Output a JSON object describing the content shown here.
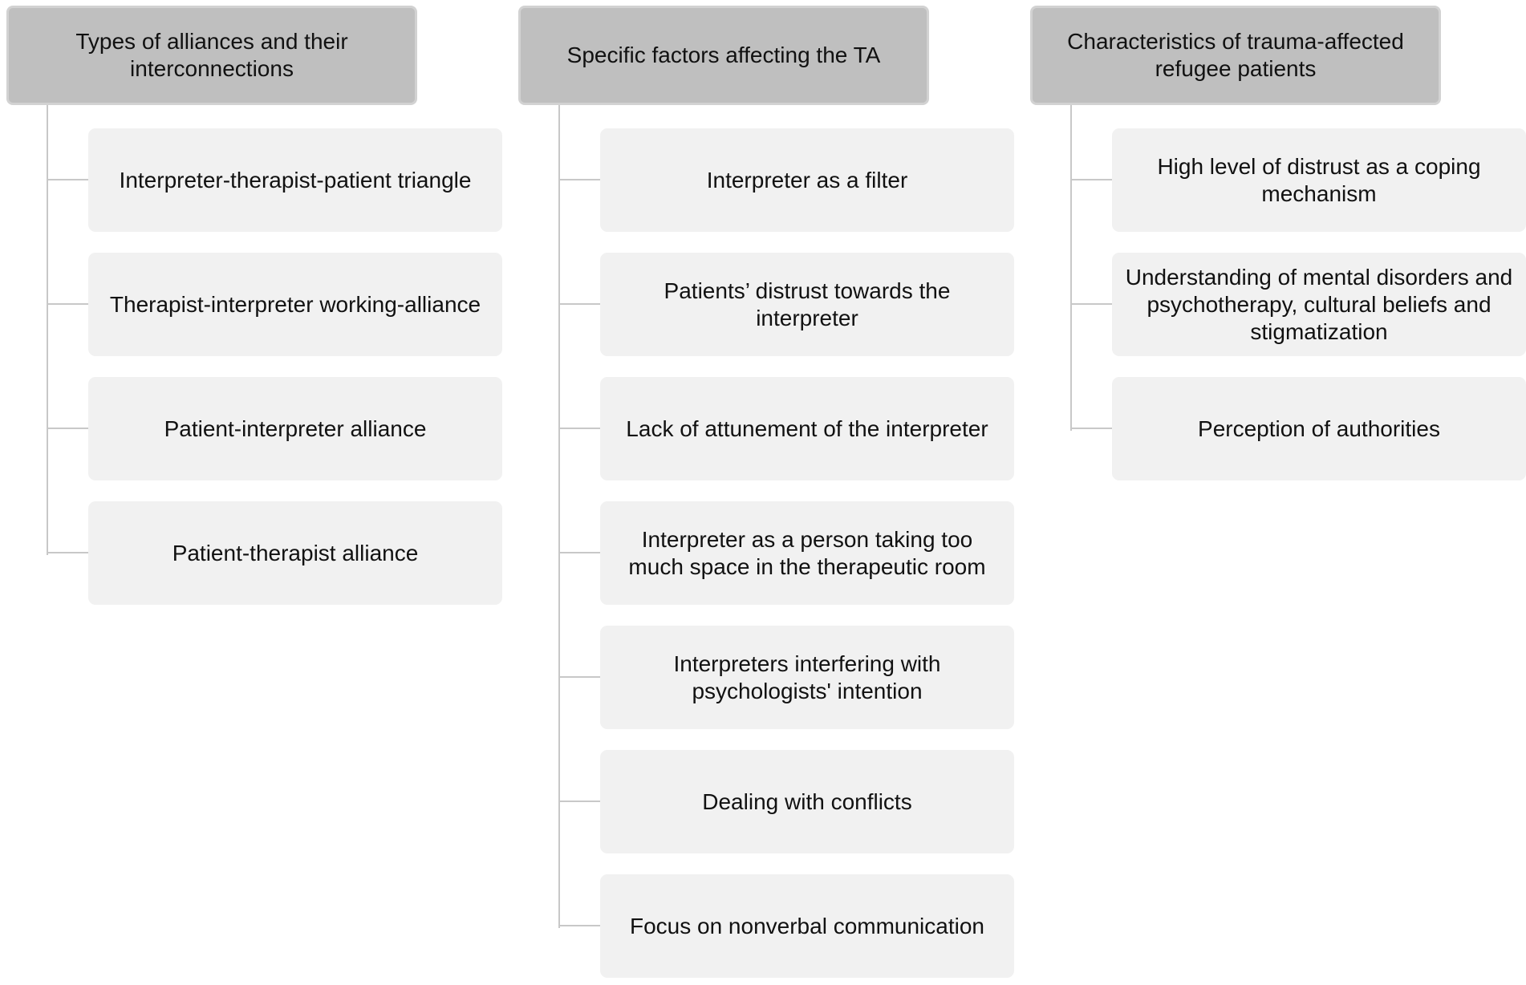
{
  "columns": [
    {
      "header": "Types of alliances and their interconnections",
      "items": [
        "Interpreter-therapist-patient triangle",
        "Therapist-interpreter working-alliance",
        "Patient-interpreter alliance",
        "Patient-therapist alliance"
      ]
    },
    {
      "header": "Specific factors affecting the TA",
      "items": [
        "Interpreter as a filter",
        "Patients’ distrust towards the interpreter",
        "Lack of attunement of the interpreter",
        "Interpreter as a person taking too much space in the therapeutic room",
        "Interpreters interfering with psychologists' intention",
        "Dealing with conflicts",
        "Focus on nonverbal communication"
      ]
    },
    {
      "header": "Characteristics of trauma-affected refugee patients",
      "items": [
        "High level of distrust as a coping mechanism",
        "Understanding of mental disorders and psychotherapy, cultural beliefs and stigmatization",
        "Perception of authorities"
      ]
    }
  ]
}
